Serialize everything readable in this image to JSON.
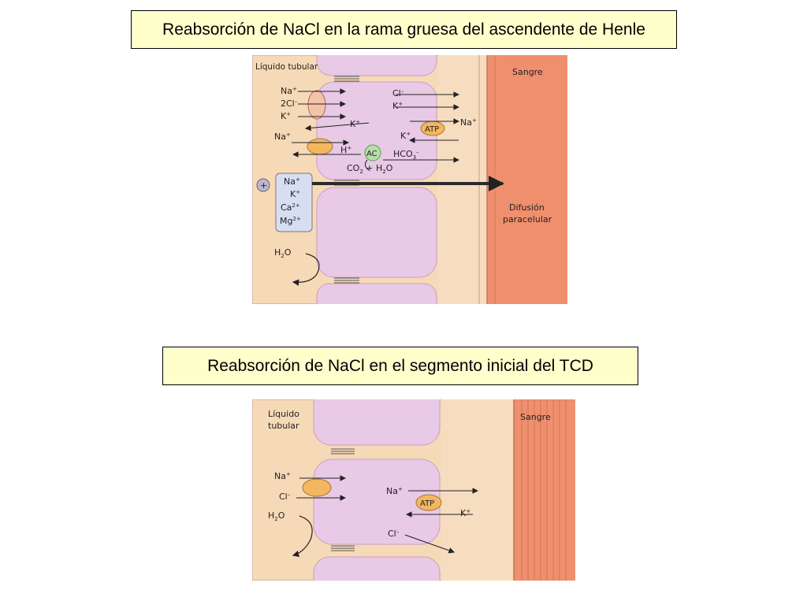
{
  "titles": {
    "top": "Reabsorción de NaCl  en la rama gruesa del ascendente de Henle",
    "bottom": "Reabsorción de NaCl  en el segmento inicial del TCD"
  },
  "colors": {
    "title_bg": "#ffffcc",
    "lumen": "#f6d9b7",
    "cell": "#e8c9e6",
    "blood": "#ef8f6e",
    "pump": "#f3b761",
    "carbonic_anhydrase": "#b3dfa6"
  },
  "henle": {
    "lumen_label": "Líquido tubular",
    "blood_label": "Sangre",
    "cotransporter": {
      "na": "Na",
      "na_sup": "+",
      "cl": "2Cl",
      "cl_sup": "–",
      "k": "K",
      "k_sup": "+"
    },
    "k_channel": {
      "k": "K",
      "k_sup": "+"
    },
    "exchanger": {
      "na": "Na",
      "na_sup": "+",
      "h": "H",
      "h_sup": "+"
    },
    "ac": "AC",
    "co2_h2o": {
      "co": "CO",
      "two": "2",
      "plus": " + H",
      "sub2": "2",
      "o": "O"
    },
    "hco3": {
      "base": "HCO",
      "sub": "3",
      "sup": "–"
    },
    "basolateral": {
      "cl": "Cl",
      "cl_sup": "–",
      "k": "K",
      "k_sup": "+"
    },
    "atp": "ATP",
    "pump_na": {
      "na": "Na",
      "na_sup": "+"
    },
    "pump_k": {
      "k": "K",
      "k_sup": "+"
    },
    "lumen_charge": "+",
    "paracellular_ions": [
      {
        "base": "Na",
        "sup": "+"
      },
      {
        "base": "K",
        "sup": "+"
      },
      {
        "base": "Ca",
        "sup": "2+"
      },
      {
        "base": "Mg",
        "sup": "2+"
      }
    ],
    "diffusion_label": [
      "Difusión",
      "paracelular"
    ],
    "water": {
      "h": "H",
      "sub": "2",
      "o": "O"
    }
  },
  "tcd": {
    "lumen_label": [
      "Líquido",
      "tubular"
    ],
    "blood_label": "Sangre",
    "cotransporter": {
      "na": "Na",
      "na_sup": "+",
      "cl": "Cl",
      "cl_sup": "–"
    },
    "water": {
      "h": "H",
      "sub": "2",
      "o": "O"
    },
    "pump_na": {
      "na": "Na",
      "na_sup": "+"
    },
    "atp": "ATP",
    "pump_k": {
      "k": "K",
      "k_sup": "+"
    },
    "cl_exit": {
      "cl": "Cl",
      "cl_sup": "–"
    }
  }
}
